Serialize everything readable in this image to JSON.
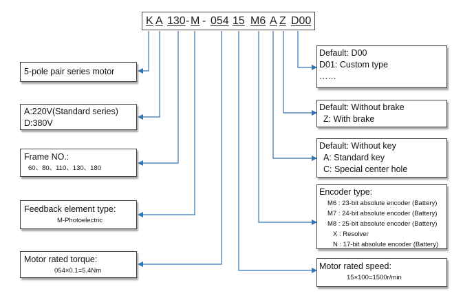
{
  "code": {
    "segments": [
      "K",
      "A",
      "130",
      "-",
      "M",
      "-",
      "054",
      "15",
      "M6",
      "A",
      "Z",
      "D00"
    ]
  },
  "left_boxes": {
    "motor_series": {
      "title": "5-pole pair series motor"
    },
    "voltage": {
      "line1": "A:220V(Standard series)",
      "line2": "D:380V"
    },
    "frame": {
      "title": "Frame NO.:",
      "detail": "60、80、110、130、180"
    },
    "feedback": {
      "title": "Feedback element type:",
      "detail": "M-Photoelectric"
    },
    "torque": {
      "title": "Motor rated torque:",
      "detail": "054×0.1=5.4Nm"
    }
  },
  "right_boxes": {
    "custom": {
      "line1": "Default: D00",
      "line2": "D01:   Custom type",
      "line3": "……"
    },
    "brake": {
      "line1": "Default: Without brake",
      "line2": "Z: With brake"
    },
    "key": {
      "line1": "Default: Without key",
      "line2": "A: Standard key",
      "line3": "C: Special center hole"
    },
    "encoder": {
      "title": "Encoder type:",
      "items": [
        "M6 : 23-bit absolute encoder (Battery)",
        "M7 : 24-bit absolute encoder (Battery)",
        "M8 : 25-bit absolute encoder (Battery)",
        "X : Resolver",
        "N : 17-bit absolute encoder (Battery)"
      ]
    },
    "speed": {
      "title": "Motor rated speed:",
      "detail": "15×100=1500r/min"
    }
  },
  "colors": {
    "connector": "#2e75b6",
    "border": "#444444"
  }
}
